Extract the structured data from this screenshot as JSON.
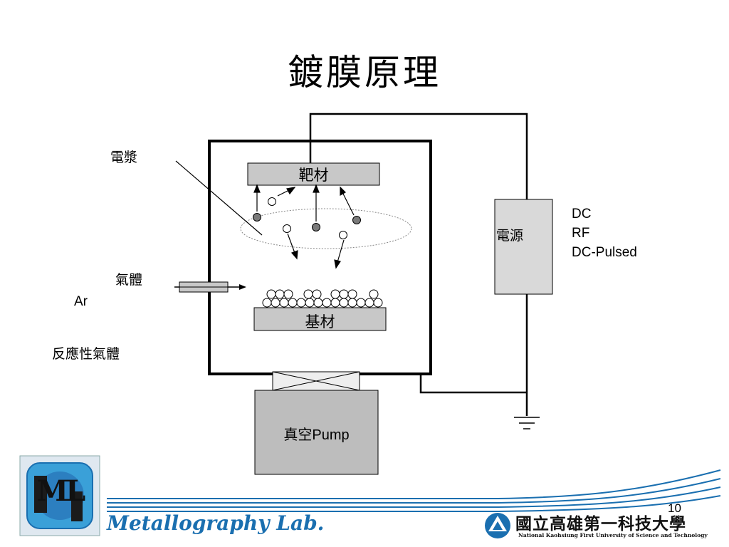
{
  "title": "鍍膜原理",
  "labels": {
    "plasma": "電漿",
    "gas": "氣體",
    "argon": "Ar",
    "reactive_gas": "反應性氣體",
    "target": "靶材",
    "substrate": "基材",
    "power_supply": "電源",
    "pump_prefix": "真空",
    "pump_suffix": "Pump"
  },
  "power_modes": [
    "DC",
    "RF",
    "DC-Pulsed"
  ],
  "page_number": "10",
  "footer": {
    "lab_logo_text": "ML",
    "lab_name": "Metallography Lab.",
    "university_name": "國立高雄第一科技大學",
    "university_english": "National Kaohsiung First University of Science and Technology"
  },
  "colors": {
    "box_fill": "#c8c8c8",
    "pump_fill": "#bdbdbd",
    "power_fill": "#d9d9d9",
    "ion_fill": "#7a7a7a",
    "footer_blue": "#1a6fb0"
  }
}
